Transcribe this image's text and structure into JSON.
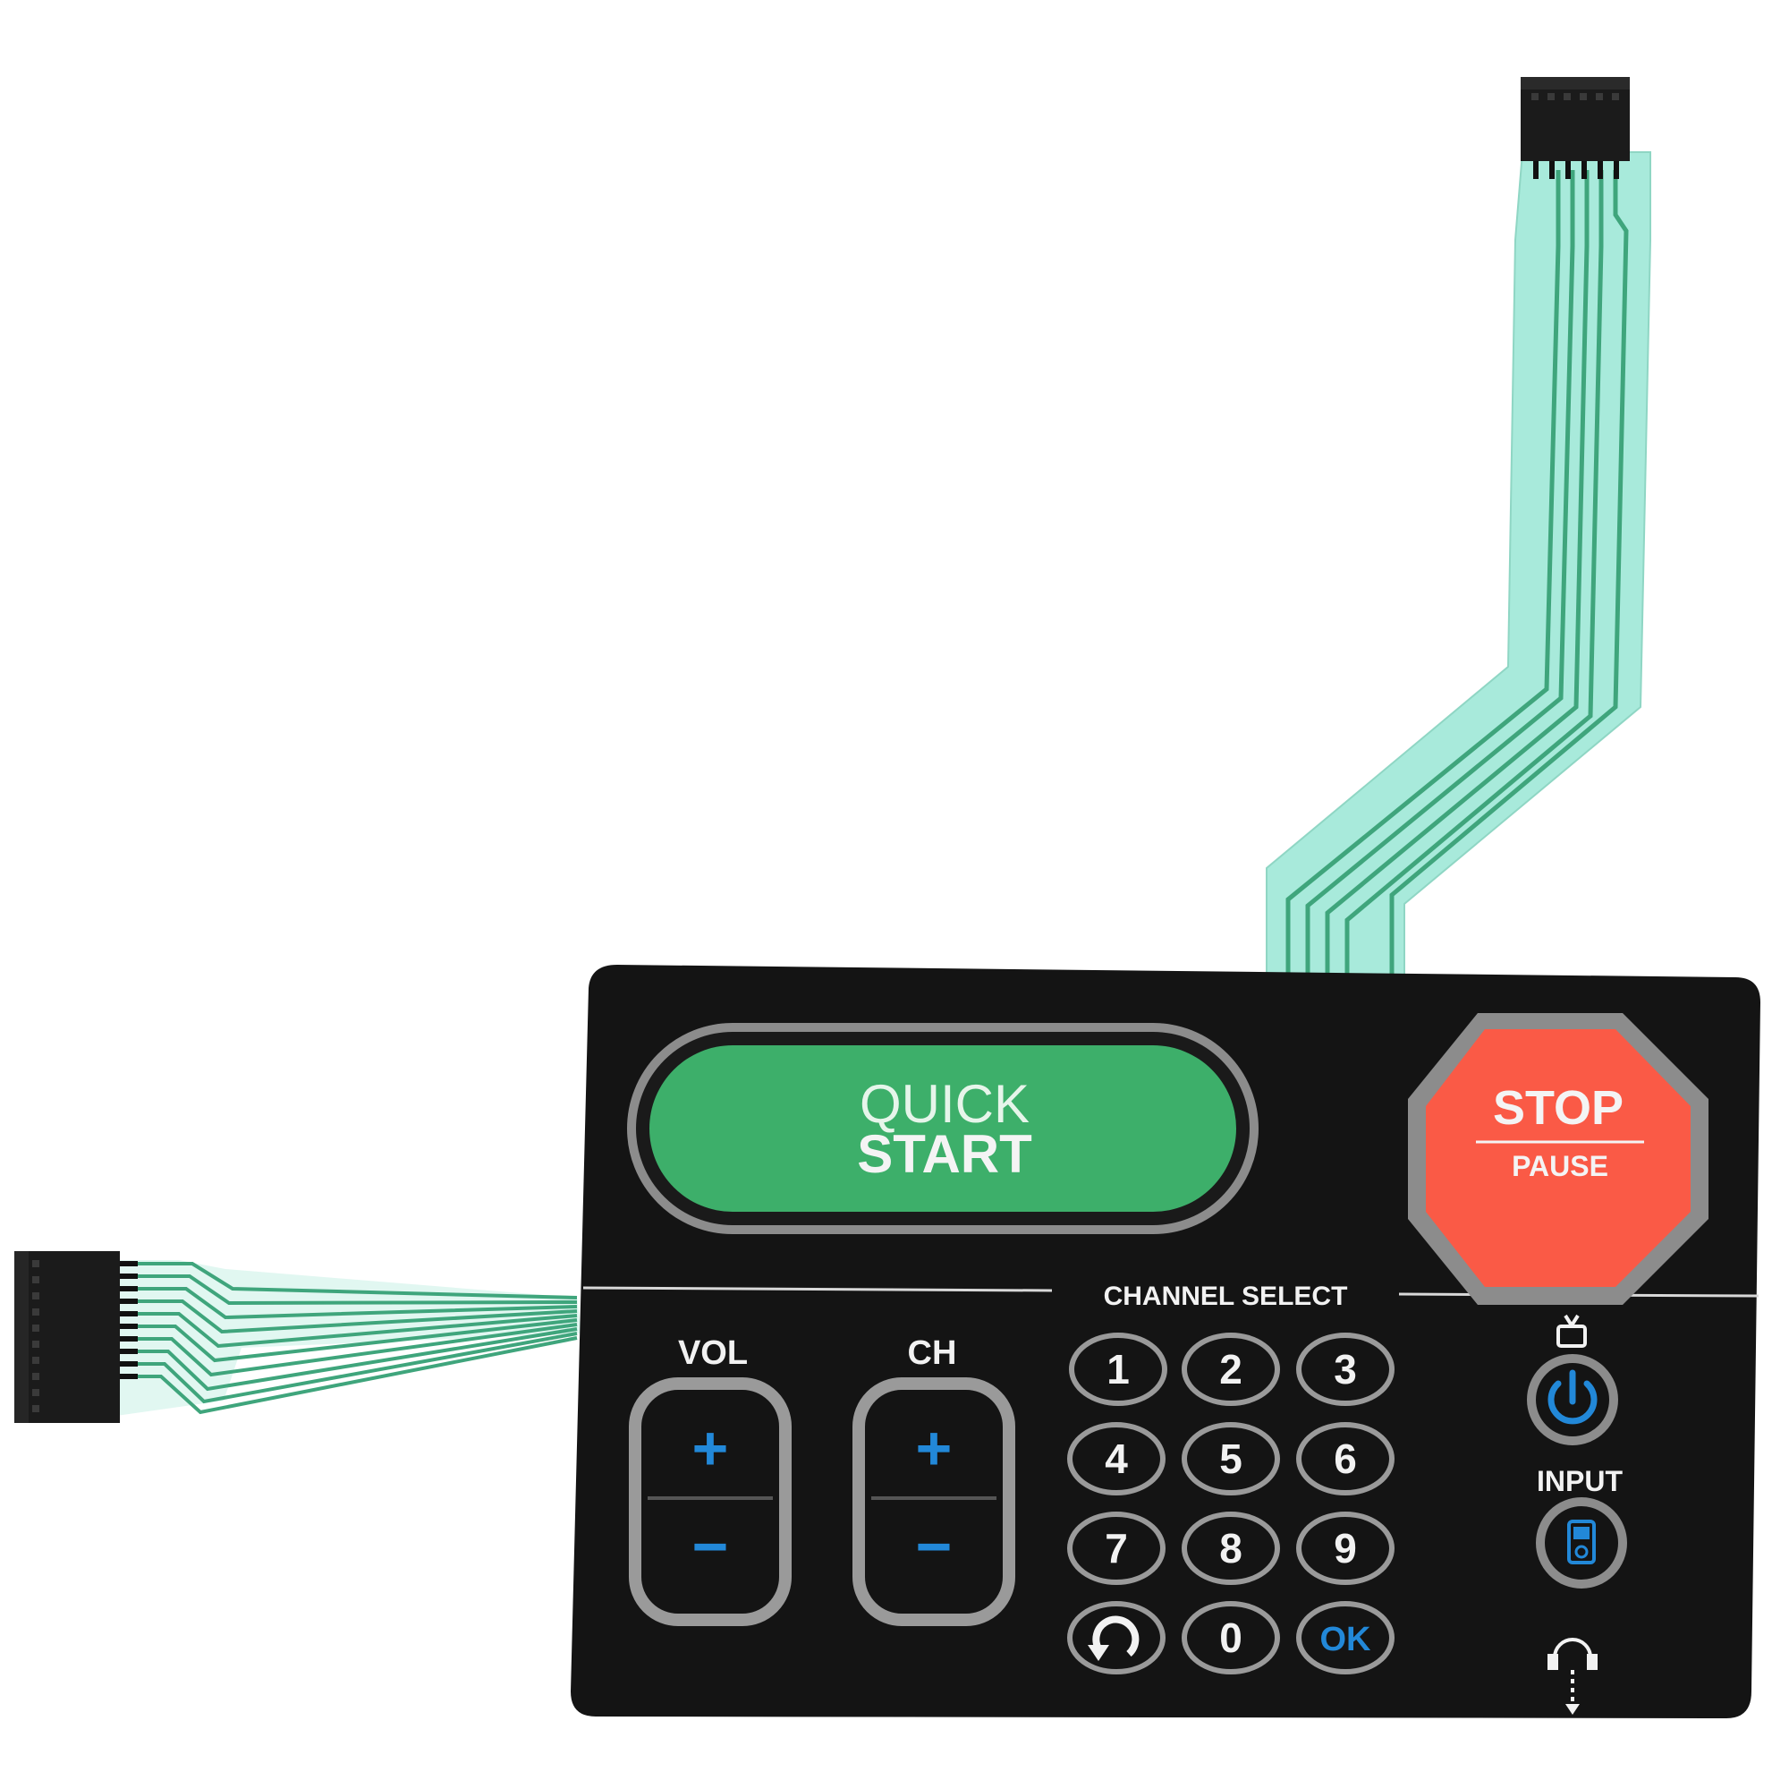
{
  "colors": {
    "panel": "#141414",
    "flex_tail": "#a8eadb",
    "trace": "#3fa57c",
    "quick_fill": "#3daf6a",
    "stop_fill": "#fa5a46",
    "bezel_gray": "#8c8c8c",
    "accent_blue": "#2288d8",
    "text_white": "#f2f2f2"
  },
  "quick_start": {
    "line1": "QUICK",
    "line2": "START"
  },
  "stop_pause": {
    "line1": "STOP",
    "line2": "PAUSE"
  },
  "section": {
    "channel_select": "CHANNEL SELECT"
  },
  "vol": {
    "label": "VOL",
    "plus": "+",
    "minus": "−"
  },
  "ch": {
    "label": "CH",
    "plus": "+",
    "minus": "−"
  },
  "keypad": {
    "k1": "1",
    "k2": "2",
    "k3": "3",
    "k4": "4",
    "k5": "5",
    "k6": "6",
    "k7": "7",
    "k8": "8",
    "k9": "9",
    "back_icon": "return-arrow-icon",
    "k0": "0",
    "ok": "OK"
  },
  "side": {
    "tv_icon": "tv-icon",
    "power_icon": "power-icon",
    "input_label": "INPUT",
    "input_icon": "media-player-icon",
    "headphone_icon": "headphones-icon"
  },
  "connectors": {
    "top_pins": 6,
    "left_pins": 10
  }
}
